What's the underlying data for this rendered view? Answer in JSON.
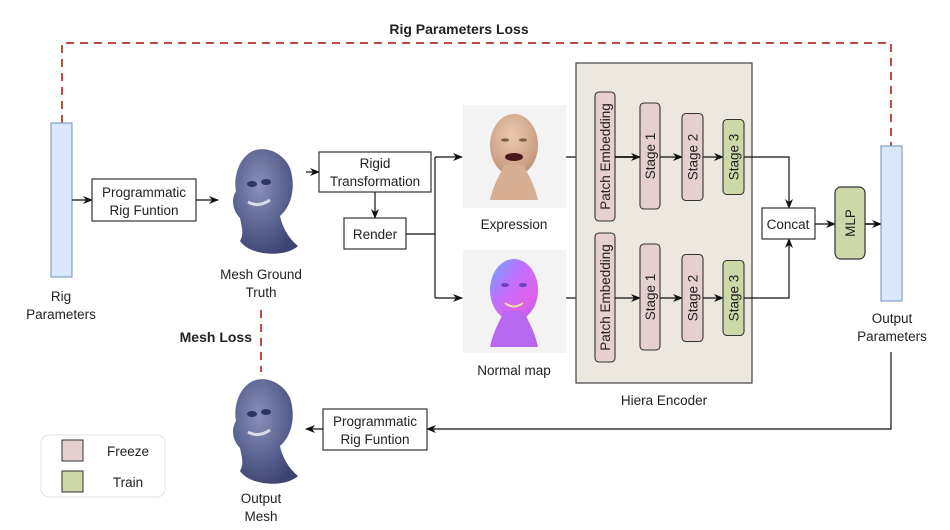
{
  "title": "Rig parameter estimation pipeline",
  "losses": {
    "rig_parameters_loss": "Rig Parameters Loss",
    "mesh_loss": "Mesh Loss"
  },
  "nodes": {
    "rig_parameters": {
      "line1": "Rig",
      "line2": "Parameters"
    },
    "programmatic_rig_function_top": {
      "line1": "Programmatic",
      "line2": "Rig Funtion"
    },
    "mesh_ground_truth": {
      "line1": "Mesh Ground",
      "line2": "Truth"
    },
    "rigid_transformation": {
      "line1": "Rigid",
      "line2": "Transformation"
    },
    "render": "Render",
    "expression": "Expression",
    "normal_map": "Normal map",
    "hiera_encoder": "Hiera Encoder",
    "concat": "Concat",
    "mlp": "MLP",
    "output_parameters": {
      "line1": "Output",
      "line2": "Parameters"
    },
    "programmatic_rig_function_bottom": {
      "line1": "Programmatic",
      "line2": "Rig Funtion"
    },
    "output_mesh": {
      "line1": "Output",
      "line2": "Mesh"
    }
  },
  "encoder_branches": [
    {
      "name": "expression-branch",
      "blocks": [
        {
          "label": "Patch Embedding",
          "state": "freeze"
        },
        {
          "label": "Stage 1",
          "state": "freeze"
        },
        {
          "label": "Stage 2",
          "state": "freeze"
        },
        {
          "label": "Stage 3",
          "state": "train"
        }
      ]
    },
    {
      "name": "normal-map-branch",
      "blocks": [
        {
          "label": "Patch Embedding",
          "state": "freeze"
        },
        {
          "label": "Stage 1",
          "state": "freeze"
        },
        {
          "label": "Stage 2",
          "state": "freeze"
        },
        {
          "label": "Stage 3",
          "state": "train"
        }
      ]
    }
  ],
  "legend": [
    {
      "label": "Freeze",
      "color": "#e6cfcf"
    },
    {
      "label": "Train",
      "color": "#cdd8a8"
    }
  ],
  "colors": {
    "loss_dash": "#b94a48",
    "param_bar_fill": "#dae8fc",
    "param_bar_stroke": "#6c8ebf",
    "encoder_bg": "#ece8df",
    "freeze": "#e6cfcf",
    "train": "#cdd8a8",
    "mesh_head": "#5a6290"
  }
}
